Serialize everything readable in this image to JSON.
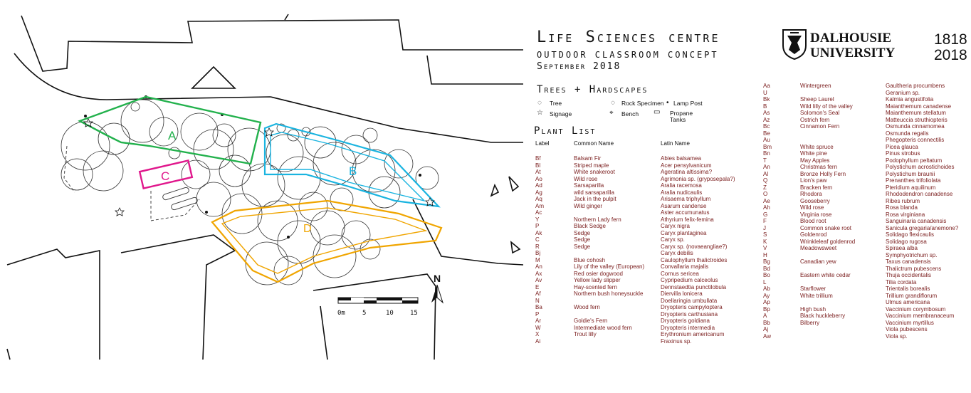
{
  "header": {
    "title": "Life Sciences centre",
    "subtitle": "OUTDOOR CLASSROOM CONCEPT",
    "date": "September 2018"
  },
  "logo": {
    "line1": "DALHOUSIE",
    "line2": "UNIVERSITY",
    "year1": "1818",
    "year2": "2018",
    "accent": "#e0a020"
  },
  "legend": {
    "heading": "Trees + Hardscapes",
    "items": [
      "Tree",
      "Rock Specimen",
      "Lamp Post",
      "Signage",
      "Bench",
      "Propane",
      "Tanks"
    ]
  },
  "map": {
    "zones": [
      {
        "label": "A",
        "color": "#22b14c"
      },
      {
        "label": "B",
        "color": "#1ab4e0"
      },
      {
        "label": "C",
        "color": "#e0178c"
      },
      {
        "label": "D",
        "color": "#f0a500"
      }
    ],
    "north": "N",
    "scale_labels": [
      "0m",
      "5",
      "10",
      "15"
    ]
  },
  "plant_list": {
    "heading": "Plant List",
    "columns": [
      "Label",
      "Common Name",
      "Latin Name"
    ],
    "left": [
      [
        "Bf",
        "Balsam Fir",
        "Abies balsamea"
      ],
      [
        "Bl",
        "Striped maple",
        "Acer pensylvanicum"
      ],
      [
        "At",
        "White snakeroot",
        "Ageratina altissima?"
      ],
      [
        "Ao",
        "Wild rose",
        "Agrimonia sp. (gryposepala?)"
      ],
      [
        "Ad",
        "Sarsaparilla",
        "Aralia racemosa"
      ],
      [
        "Ag",
        "wild sarsaparilla",
        "Aralia nudicaulis"
      ],
      [
        "Aq",
        "Jack in the pulpit",
        "Arisaema triphyllum"
      ],
      [
        "Am",
        "Wild ginger",
        "Asarum candense"
      ],
      [
        "Ac",
        "",
        "Aster accumunatus"
      ],
      [
        "Y",
        "Northern Lady fern",
        "Athyrium felix-femina"
      ],
      [
        "P",
        "Black Sedge",
        "Caryx nigra"
      ],
      [
        "Ak",
        "Sedge",
        "Caryx plantaginea"
      ],
      [
        "C",
        "Sedge",
        "Caryx sp."
      ],
      [
        "R",
        "Sedge",
        "Caryx sp. (novaeangliae?)"
      ],
      [
        "Bj",
        "",
        "Caryx debilis"
      ],
      [
        "M",
        "Blue cohosh",
        "Caulophyllum thalictroides"
      ],
      [
        "An",
        "Lily of the valley (European)",
        "Convallaria majalis"
      ],
      [
        "Ax",
        "Red osier dogwood",
        "Cornus sericea"
      ],
      [
        "Av",
        "Yellow lady slipper",
        "Cypripedium calceolus"
      ],
      [
        "E",
        "Hay-scented fern",
        "Dennstaedtia punctilobula"
      ],
      [
        "Af",
        "Northern bush honeysuckle",
        "Diervilla lonicera"
      ],
      [
        "N",
        "",
        "Doellaringia umbullata"
      ],
      [
        "Ba",
        "Wood fern",
        "Dryopteris campyloptera"
      ],
      [
        "P",
        "",
        "Dryopteris carthusiana"
      ],
      [
        "Ar",
        "Goldie's Fern",
        "Dryopteris goldiana"
      ],
      [
        "W",
        "Intermediate wood fern",
        "Dryopteris intermedia"
      ],
      [
        "X",
        "Trout lilly",
        "Erythronium americanum"
      ],
      [
        "Ai",
        "",
        "Fraxinus sp."
      ]
    ],
    "right": [
      [
        "Aa",
        "Wintergreen",
        "Gaultheria procumbens"
      ],
      [
        "U",
        "",
        "Geranium sp."
      ],
      [
        "Bk",
        "Sheep Laurel",
        "Kalmia angustifolia"
      ],
      [
        "B",
        "Wild lilly of the valley",
        "Maianthemum canadense"
      ],
      [
        "As",
        "Solomon's Seal",
        "Maianthemum stellatum"
      ],
      [
        "Az",
        "Ostrich fern",
        "Matteuccia struthiopteris"
      ],
      [
        "Bc",
        "Cinnamon Fern",
        "Osmunda cinnamomea"
      ],
      [
        "Be",
        "",
        "Osmunda regalis"
      ],
      [
        "Au",
        "",
        "Phegopteris connectilis"
      ],
      [
        "Bm",
        "White spruce",
        "Picea glauca"
      ],
      [
        "Bn",
        "White pine",
        "Pinus strobus"
      ],
      [
        "T",
        "May Apples",
        "Podophyllum peltatum"
      ],
      [
        "An",
        "Christmas fern",
        "Polystichum acrostichoides"
      ],
      [
        "Al",
        "Bronze Holly Fern",
        "Polystichum braunii"
      ],
      [
        "Q",
        "Lion's paw",
        "Prenanthes trifoliolata"
      ],
      [
        "Z",
        "Bracken fern",
        "Pteridium aquilinum"
      ],
      [
        "O",
        "Rhodora",
        "Rhododendron canadense"
      ],
      [
        "Ae",
        "Gooseberry",
        "Ribes rubrum"
      ],
      [
        "Ah",
        "Wild rose",
        "Rosa blanda"
      ],
      [
        "G",
        "Virginia rose",
        "Rosa virginiana"
      ],
      [
        "F",
        "Blood root",
        "Sanguinaria canadensis"
      ],
      [
        "J",
        "Common snake root",
        "Sanicula gregaria/anemone?"
      ],
      [
        "S",
        "Goldenrod",
        "Solidago flexicaulis"
      ],
      [
        "K",
        "Wrinkleleaf goldenrod",
        "Solidago rugosa"
      ],
      [
        "V",
        "Meadowsweet",
        "Spiraea alba"
      ],
      [
        "H",
        "",
        "Symphyotrichum sp."
      ],
      [
        "Bg",
        "Canadian yew",
        "Taxus canadensis"
      ],
      [
        "Bd",
        "",
        "Thalictrum pubescens"
      ],
      [
        "Bo",
        "Eastern white cedar",
        "Thuja occidentalis"
      ],
      [
        "L",
        "",
        "Tilia cordata"
      ],
      [
        "Ab",
        "Starflower",
        "Trientalis borealis"
      ],
      [
        "Ay",
        "White trillium",
        "Trillium grandiflorum"
      ],
      [
        "Ap",
        "",
        "Ulmus americana"
      ],
      [
        "Bp",
        "High bush",
        "Vaccinium corymbosum"
      ],
      [
        "A",
        "Black huckleberry",
        "Vaccinium membranaceum"
      ],
      [
        "Bb",
        "Bilberry",
        "Vaccinium myrtillus"
      ],
      [
        "Aj",
        "",
        "Viola pubescens"
      ],
      [
        "Aw",
        "",
        "Viola sp."
      ]
    ]
  }
}
